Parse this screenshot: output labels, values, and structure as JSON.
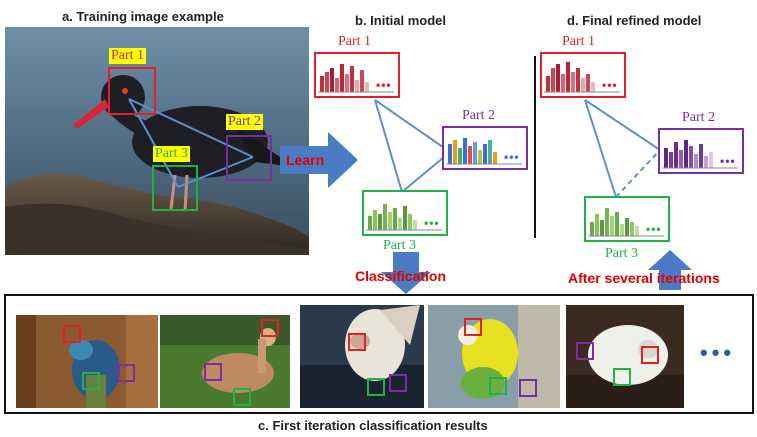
{
  "captions": {
    "a": "a. Training image example",
    "b": "b. Initial model",
    "c": "c. First iteration classification results",
    "d": "d. Final refined model"
  },
  "parts": {
    "p1": "Part 1",
    "p2": "Part 2",
    "p3": "Part 3"
  },
  "labels": {
    "learn": "Learn",
    "classification": "Classification",
    "after_iterations": "After several iterations"
  },
  "icons": {
    "ellipsis": "•••",
    "card_dots": "•••"
  },
  "colors": {
    "part1": "#e0202a",
    "part2": "#7a2fa0",
    "part3": "#23b04a",
    "yellow": "#ffff00",
    "arrow": "#4a7bc4",
    "accent_red": "#e00000",
    "edge": "#5b8fd0"
  }
}
